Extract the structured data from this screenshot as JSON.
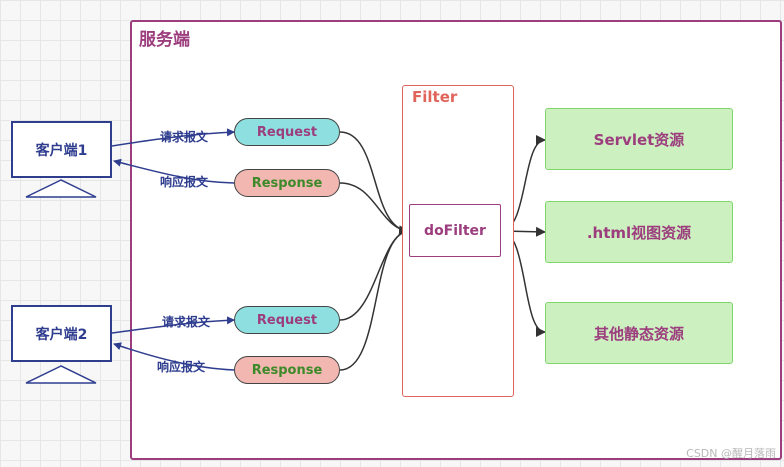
{
  "server": {
    "title": "服务端"
  },
  "clients": [
    {
      "label": "客户端1",
      "request_text": "请求报文",
      "response_text": "响应报文"
    },
    {
      "label": "客户端2",
      "request_text": "请求报文",
      "response_text": "响应报文"
    }
  ],
  "pills": {
    "request": "Request",
    "response": "Response"
  },
  "filter": {
    "title": "Filter",
    "method": "doFilter"
  },
  "resources": [
    "Servlet资源",
    ".html视图资源",
    "其他静态资源"
  ],
  "watermark": "CSDN @醒月落雨",
  "colors": {
    "server_border": "#9c3d7e",
    "client": "#2f3d8f",
    "request_fill": "#8ee0e0",
    "response_fill": "#f3b7b1",
    "filter_border": "#e0645a",
    "resource_fill": "#cdf0c0",
    "resource_border": "#7fd66a"
  }
}
